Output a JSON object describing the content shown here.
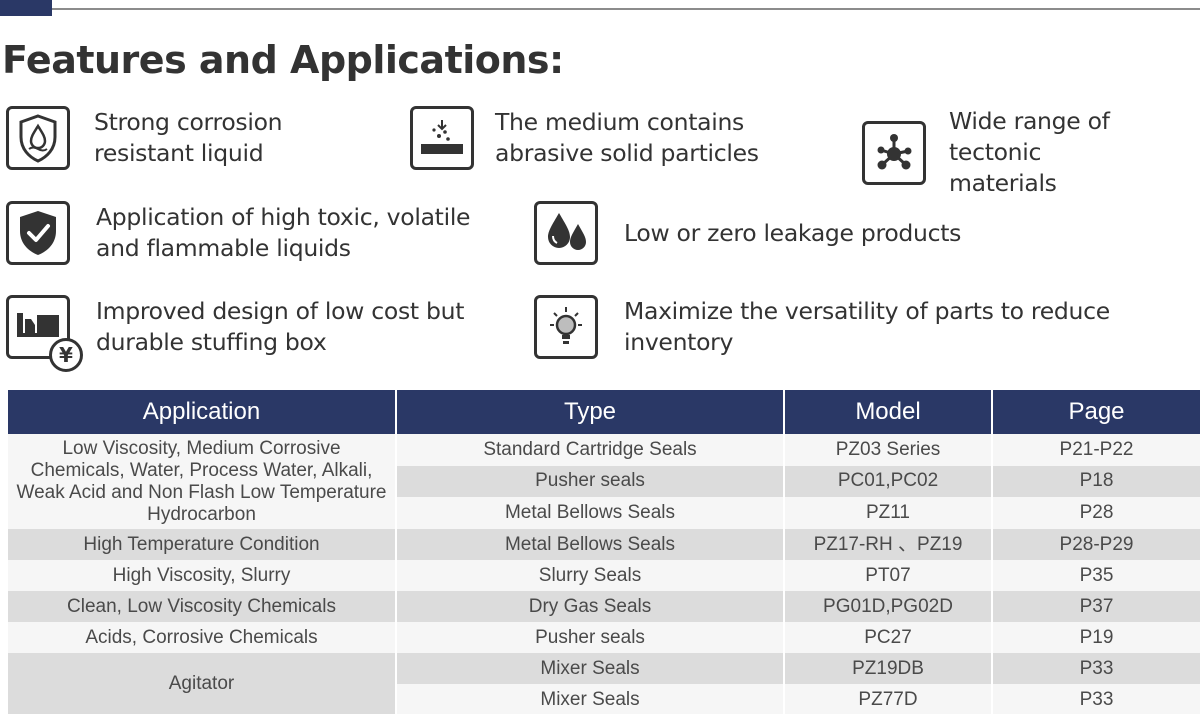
{
  "title": "Features and Applications:",
  "features": [
    {
      "icon": "corrosion-shield-droplet-icon",
      "text": "Strong corrosion\nresistant liquid"
    },
    {
      "icon": "abrasive-particles-icon",
      "text": "The medium contains\nabrasive solid particles"
    },
    {
      "icon": "molecule-structure-icon",
      "text": "Wide range of tectonic\nmaterials"
    },
    {
      "icon": "shield-check-icon",
      "text": "Application of high toxic, volatile\nand flammable liquids"
    },
    {
      "icon": "water-drops-icon",
      "text": "Low or zero leakage products"
    },
    {
      "icon": "truck-yuan-icon",
      "text": "Improved design of low cost but\ndurable stuffing box"
    },
    {
      "icon": "light-bulb-icon",
      "text": "Maximize the versatility of parts to reduce inventory"
    }
  ],
  "table": {
    "headers": [
      "Application",
      "Type",
      "Model",
      "Page"
    ],
    "groups": [
      {
        "application": "Low Viscosity, Medium Corrosive Chemicals, Water, Process Water, Alkali, Weak Acid and Non Flash Low Temperature Hydrocarbon",
        "rows": [
          {
            "type": "Standard Cartridge Seals",
            "model": "PZ03 Series",
            "page": "P21-P22"
          },
          {
            "type": "Pusher seals",
            "model": "PC01,PC02",
            "page": "P18"
          },
          {
            "type": "Metal Bellows Seals",
            "model": "PZ11",
            "page": "P28"
          }
        ]
      },
      {
        "application": "High Temperature Condition",
        "rows": [
          {
            "type": "Metal Bellows Seals",
            "model": "PZ17-RH 、PZ19",
            "page": "P28-P29"
          }
        ]
      },
      {
        "application": "High Viscosity, Slurry",
        "rows": [
          {
            "type": "Slurry Seals",
            "model": "PT07",
            "page": "P35"
          }
        ]
      },
      {
        "application": "Clean, Low Viscosity Chemicals",
        "rows": [
          {
            "type": "Dry Gas Seals",
            "model": "PG01D,PG02D",
            "page": "P37"
          }
        ]
      },
      {
        "application": "Acids, Corrosive Chemicals",
        "rows": [
          {
            "type": "Pusher seals",
            "model": "PC27",
            "page": "P19"
          }
        ]
      },
      {
        "application": "Agitator",
        "rows": [
          {
            "type": "Mixer Seals",
            "model": "PZ19DB",
            "page": "P33"
          },
          {
            "type": "Mixer Seals",
            "model": "PZ77D",
            "page": "P33"
          }
        ]
      }
    ]
  },
  "colors": {
    "header_bg": "#2a3866",
    "row_light": "#f6f6f6",
    "row_dark": "#dcdcdc",
    "text": "#333333"
  }
}
